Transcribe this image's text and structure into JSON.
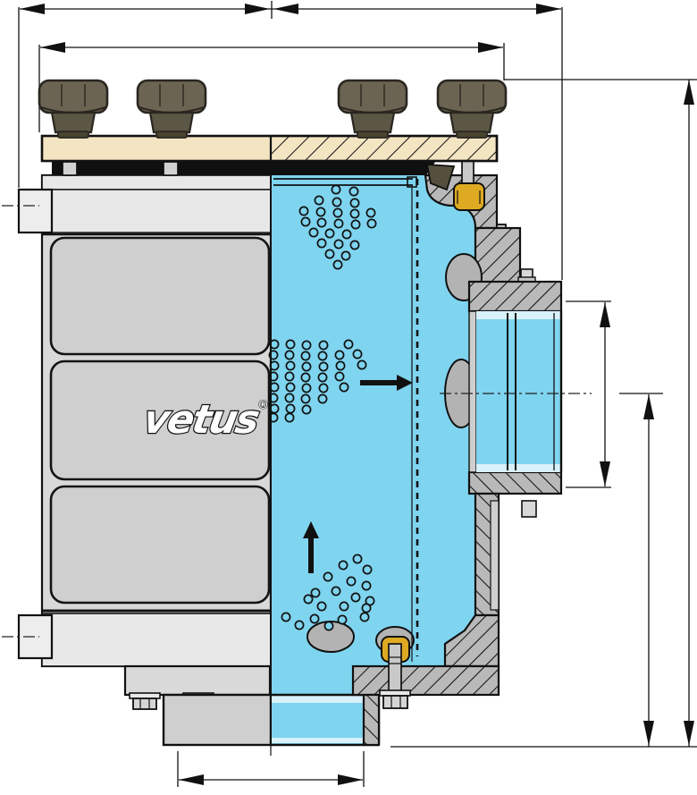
{
  "figure": {
    "logo": {
      "text": "vetus",
      "registered": "®"
    },
    "flow_arrows": [
      "right",
      "up"
    ],
    "bubbles": {
      "clusters": [
        {
          "r": 4.6,
          "points": [
            [
              376,
              212
            ],
            [
              396,
              214
            ],
            [
              357,
              224
            ],
            [
              377,
              226
            ],
            [
              397,
              227
            ],
            [
              340,
              236
            ],
            [
              359,
              237
            ],
            [
              378,
              238
            ],
            [
              397,
              239
            ],
            [
              415,
              238
            ],
            [
              342,
              248
            ],
            [
              360,
              249
            ],
            [
              379,
              250
            ],
            [
              398,
              251
            ],
            [
              416,
              250
            ],
            [
              351,
              260
            ],
            [
              369,
              261
            ],
            [
              388,
              262
            ],
            [
              360,
              272
            ],
            [
              379,
              273
            ],
            [
              397,
              274
            ],
            [
              369,
              284
            ],
            [
              387,
              286
            ],
            [
              378,
              296
            ]
          ]
        },
        {
          "r": 4.6,
          "points": [
            [
              307,
              385
            ],
            [
              325,
              385
            ],
            [
              343,
              386
            ],
            [
              362,
              386
            ],
            [
              390,
              385
            ],
            [
              306,
              397
            ],
            [
              324,
              397
            ],
            [
              342,
              398
            ],
            [
              361,
              398
            ],
            [
              380,
              397
            ],
            [
              400,
              396
            ],
            [
              307,
              409
            ],
            [
              325,
              409
            ],
            [
              343,
              410
            ],
            [
              362,
              410
            ],
            [
              381,
              409
            ],
            [
              405,
              408
            ],
            [
              306,
              421
            ],
            [
              324,
              421
            ],
            [
              342,
              422
            ],
            [
              361,
              422
            ],
            [
              380,
              421
            ],
            [
              307,
              433
            ],
            [
              325,
              433
            ],
            [
              343,
              434
            ],
            [
              362,
              434
            ],
            [
              385,
              433
            ],
            [
              306,
              445
            ],
            [
              324,
              445
            ],
            [
              342,
              446
            ],
            [
              361,
              446
            ],
            [
              307,
              457
            ],
            [
              325,
              457
            ],
            [
              343,
              458
            ],
            [
              306,
              467
            ],
            [
              324,
              467
            ]
          ]
        },
        {
          "r": 4.6,
          "points": [
            [
              400,
              625
            ],
            [
              384,
              632
            ],
            [
              411,
              637
            ],
            [
              367,
              645
            ],
            [
              393,
              650
            ],
            [
              410,
              655
            ],
            [
              353,
              663
            ],
            [
              376,
              661
            ],
            [
              398,
              668
            ],
            [
              414,
              672
            ],
            [
              345,
              670
            ],
            [
              360,
              678
            ],
            [
              385,
              678
            ],
            [
              410,
              680
            ],
            [
              320,
              690
            ],
            [
              352,
              692
            ],
            [
              383,
              693
            ],
            [
              408,
              690
            ],
            [
              335,
              699
            ],
            [
              368,
              700
            ]
          ]
        }
      ]
    }
  },
  "colors": {
    "water": "#7fd4ef",
    "waterlight": "#d8f1fa",
    "lid": "#f3e4c2",
    "knob": "#6b6452",
    "knobdark": "#39342a",
    "neck": "#5c5645",
    "neckbase": "#49442f",
    "body": "#d9d9d9",
    "bodylight": "#e8e8e8",
    "earfill": "#ededed",
    "panel": "#cfcfcf",
    "hatchgray": "#b9b9b9",
    "boss": "#b3b3b3",
    "metal": "#d5d5d5",
    "brass": "#ddaa22",
    "gasket": "#101010"
  }
}
